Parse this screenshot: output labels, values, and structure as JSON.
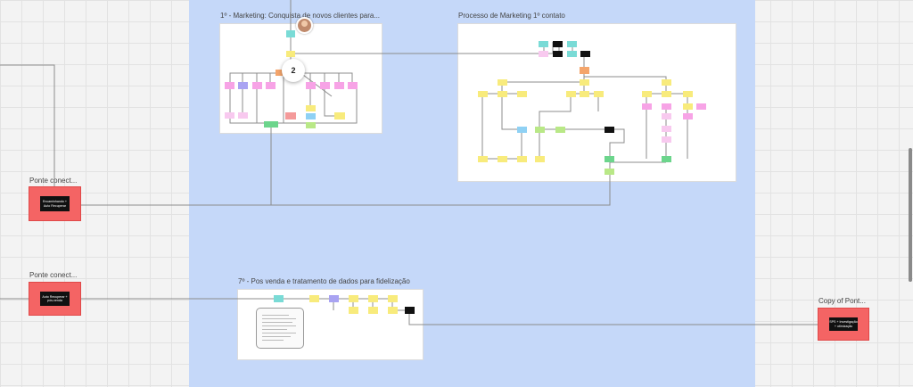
{
  "frames": {
    "marketing_conquista": {
      "title": "1º - Marketing: Conquista de novos clientes para..."
    },
    "processo_marketing": {
      "title": "Processo de Marketing 1º contato"
    },
    "pos_venda": {
      "title": "7º - Pos venda e tratamento de dados para fidelização"
    }
  },
  "ponte_top": {
    "title": "Ponte  conect...",
    "inner_text": "Encaminhando + Auto Recuperar"
  },
  "ponte_bottom": {
    "title": "Ponte  conect...",
    "inner_text": "Auto Recuperar + pós-venda"
  },
  "copy_ponte": {
    "title": "Copy of Pont...",
    "inner_text": "SPS + Investigação + otimização"
  },
  "collab": {
    "count_badge": "2"
  },
  "colors": {
    "board_region": "#c5d8f9",
    "sticky_cyan": "#7adbd6",
    "sticky_pink": "#f7a3e6",
    "sticky_lilac": "#a9a3f2",
    "sticky_yellow": "#f8eb7c",
    "sticky_orange": "#f4a56b",
    "sticky_green": "#6cd58c",
    "sticky_lightgreen": "#b9e887",
    "sticky_lightblue": "#8fd1f4",
    "sticky_lightpink": "#f8c9ef",
    "sticky_salmon": "#f49a9a",
    "sticky_black": "#111111",
    "ponte_red": "#f46464"
  }
}
